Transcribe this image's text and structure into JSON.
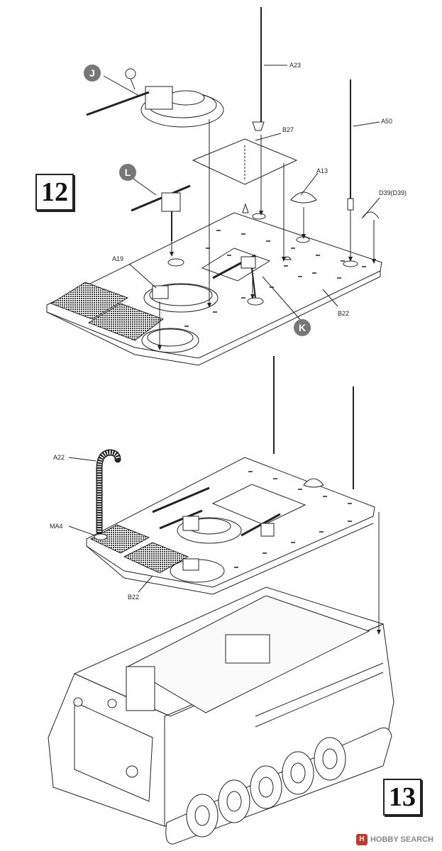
{
  "steps": {
    "step_a": "12",
    "step_b": "13"
  },
  "callouts": {
    "j": "J",
    "l": "L",
    "k": "K"
  },
  "labels": {
    "a23": "A23",
    "b27": "B27",
    "a50": "A50",
    "a13": "A13",
    "d39": "D39(D39)",
    "a19": "A19",
    "b22_top": "B22",
    "a22": "A22",
    "ma4": "MA4",
    "b22_bottom": "B22"
  },
  "watermark": {
    "logo": "H",
    "text": "HOBBY SEARCH"
  },
  "colors": {
    "line": "#222222",
    "callout": "#777777",
    "background": "#ffffff"
  }
}
